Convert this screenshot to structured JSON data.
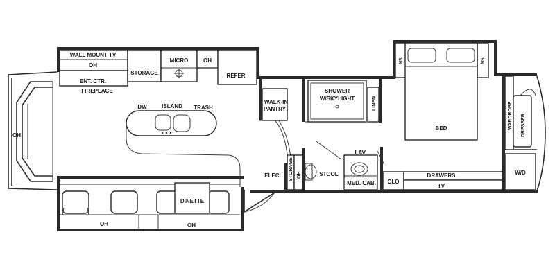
{
  "labels": {
    "wall_mount_tv": "WALL MOUNT TV",
    "oh_top": "OH",
    "ent_ctr": "ENT. CTR.",
    "fireplace": "FIREPLACE",
    "storage_kitchen": "STORAGE",
    "micro": "MICRO",
    "oh_micro": "OH",
    "refer": "REFER",
    "dw": "DW",
    "island": "ISLAND",
    "trash": "TRASH",
    "oh_sofa": "OH",
    "walk_in_pantry_1": "WALK-IN",
    "walk_in_pantry_2": "PANTRY",
    "elec": "ELEC.",
    "storage_hall": "STORAGE",
    "oh_hall": "OH",
    "stool": "STOOL",
    "shower_1": "SHOWER",
    "shower_2": "W/SKYLIGHT",
    "linen": "LINEN",
    "lav": "LAV.",
    "med_cab": "MED. CAB.",
    "clo": "CLO",
    "ns_left": "NS",
    "ns_right": "NS",
    "bed": "BED",
    "wardrobe": "WARDROBE",
    "dresser": "DRESSER",
    "drawers": "DRAWERS",
    "tv": "TV",
    "wd": "W/D",
    "dinette": "DINETTE",
    "oh_bottom_left": "OH",
    "oh_bottom_right": "OH"
  }
}
